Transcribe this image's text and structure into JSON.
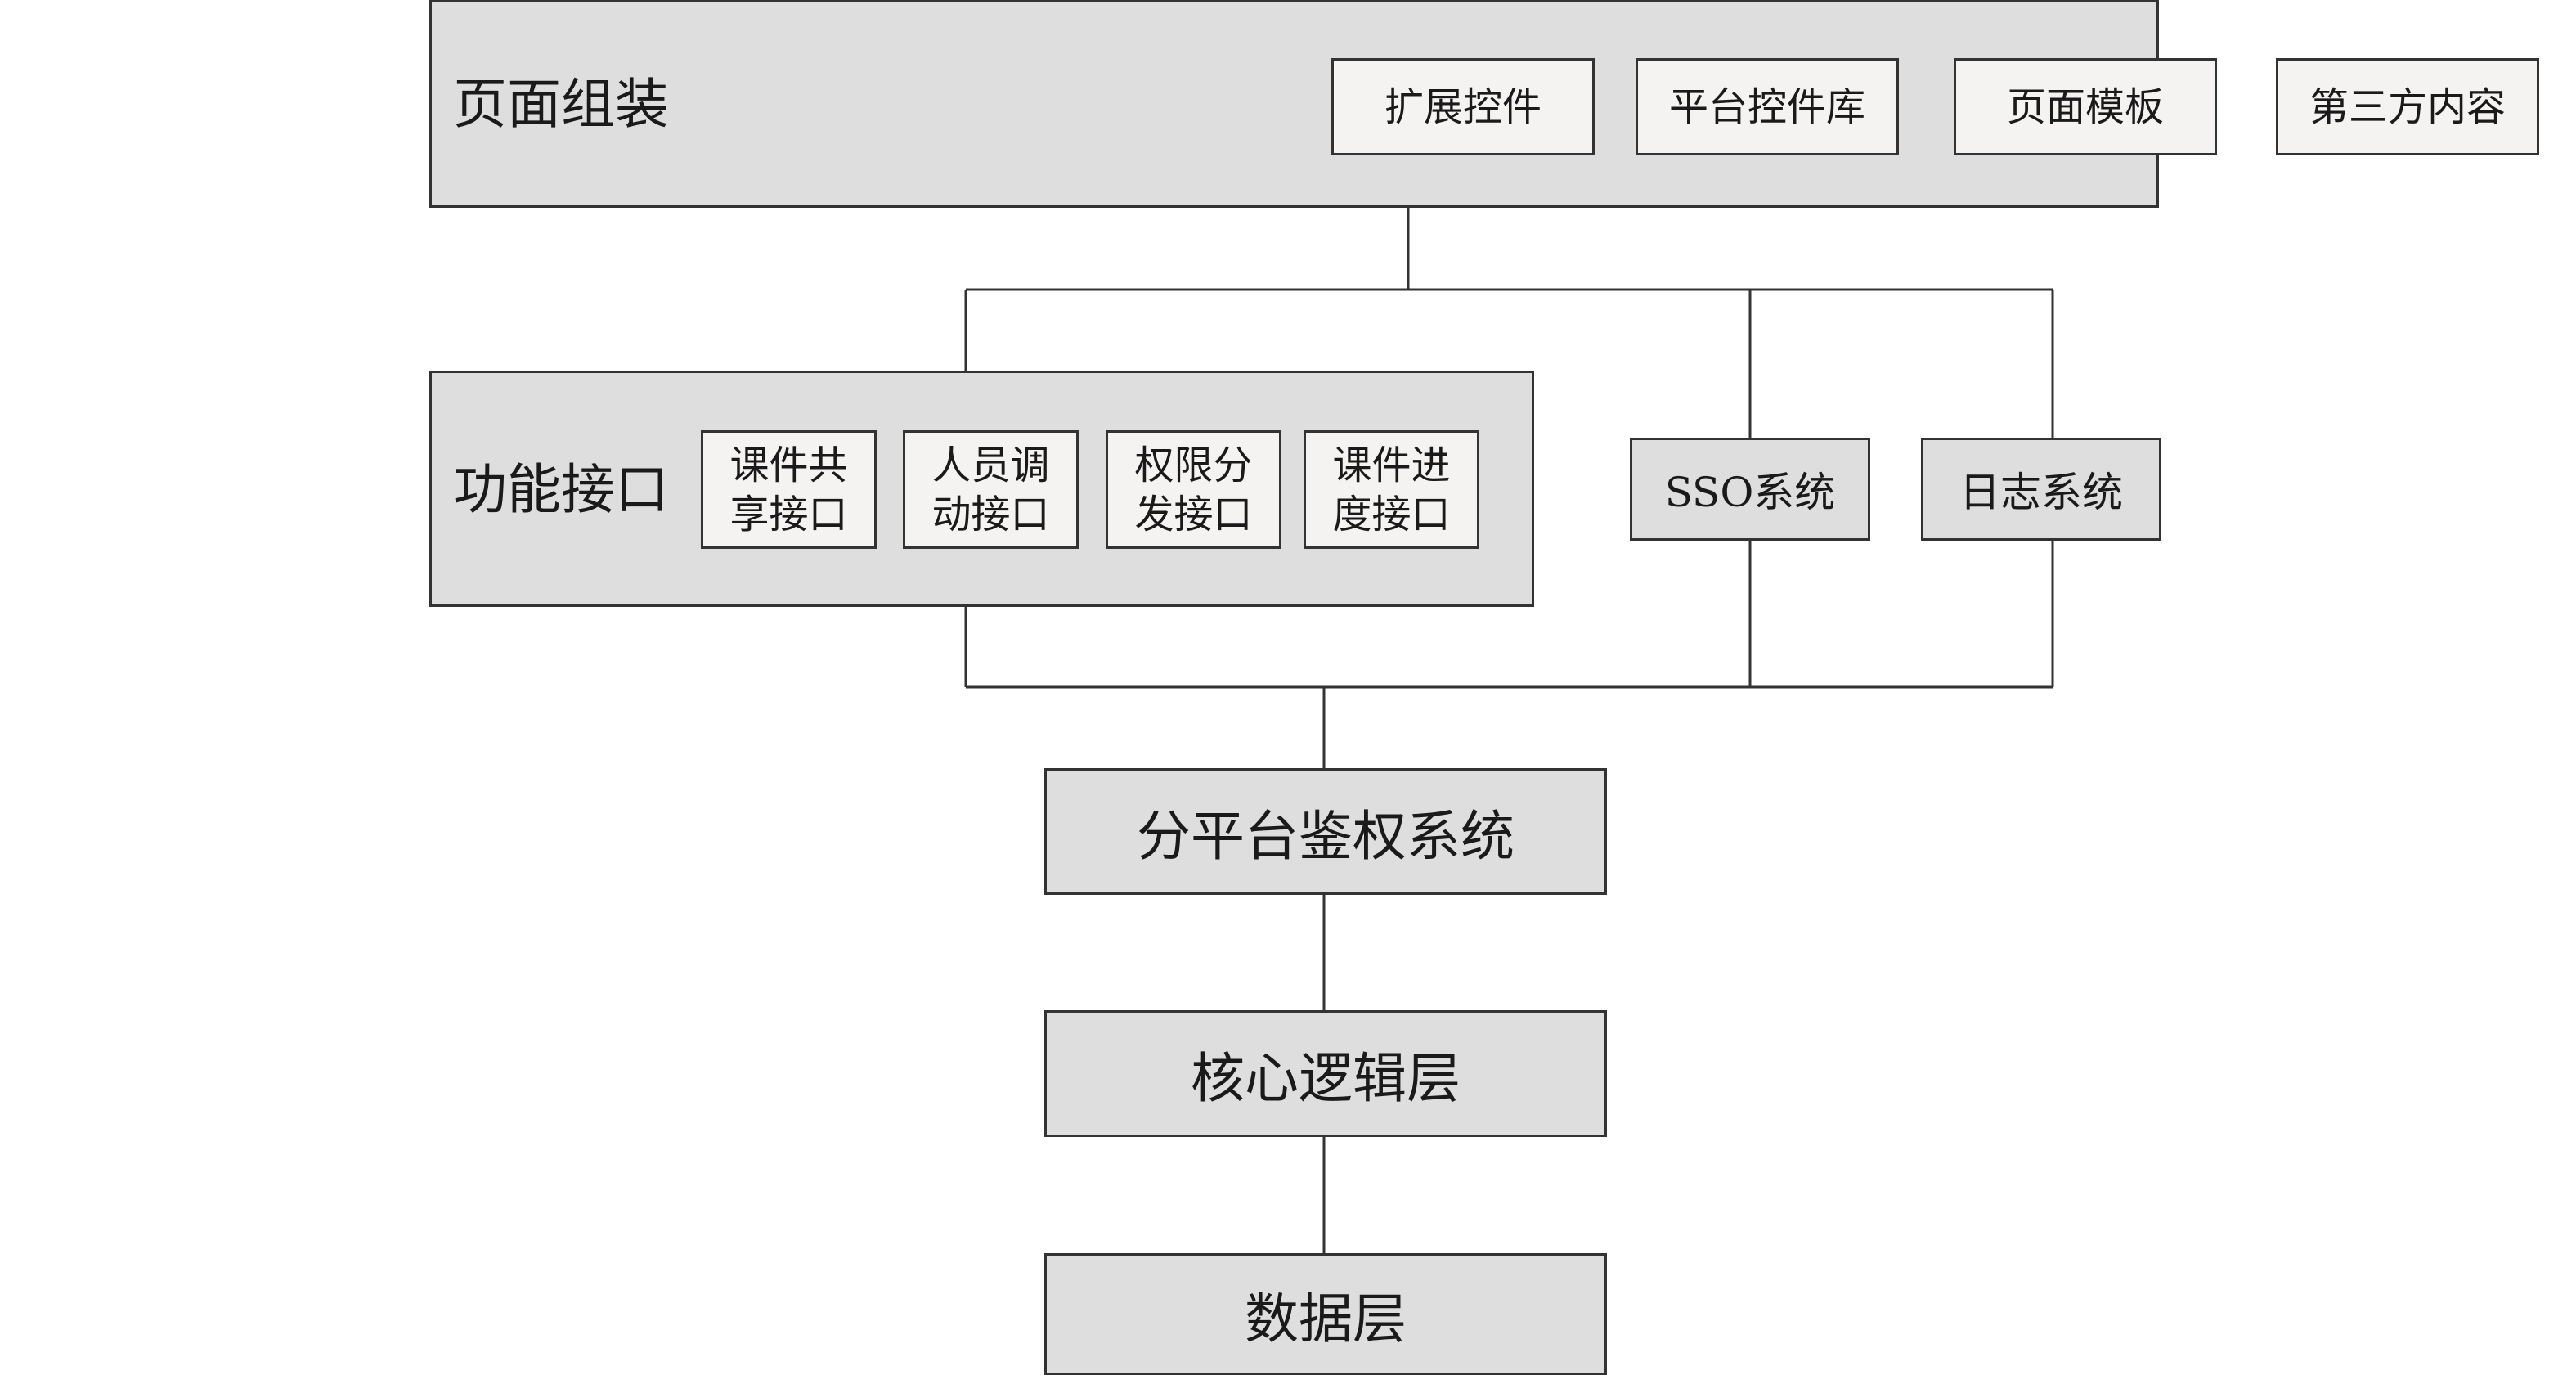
{
  "page_assembly": {
    "title": "页面组装",
    "items": [
      "扩展控件",
      "平台控件库",
      "页面模板",
      "第三方内容"
    ]
  },
  "function_interface": {
    "title": "功能接口",
    "items": [
      {
        "line1": "课件共",
        "line2": "享接口"
      },
      {
        "line1": "人员调",
        "line2": "动接口"
      },
      {
        "line1": "权限分",
        "line2": "发接口"
      },
      {
        "line1": "课件进",
        "line2": "度接口"
      }
    ]
  },
  "sso_system": "SSO系统",
  "log_system": "日志系统",
  "auth_system": "分平台鉴权系统",
  "core_logic": "核心逻辑层",
  "data_layer": "数据层",
  "colors": {
    "box_fill": "#dedede",
    "inner_fill": "#f5f2f2",
    "border": "#333333"
  }
}
